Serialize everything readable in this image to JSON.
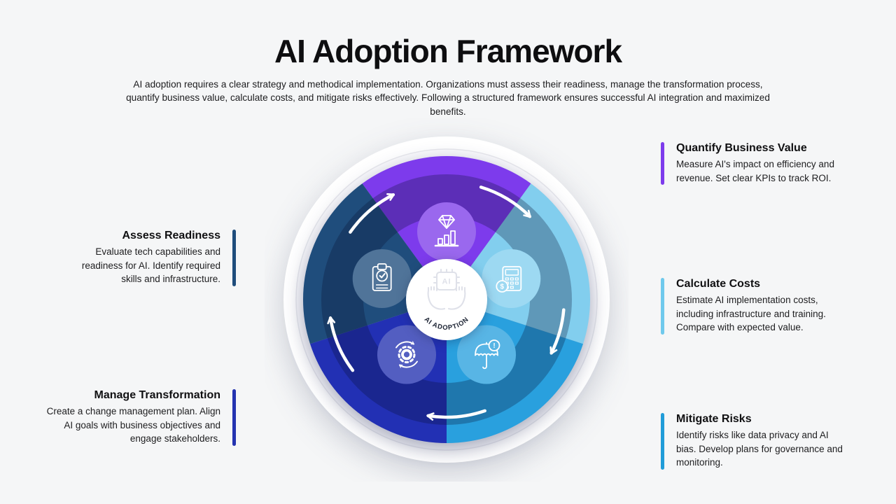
{
  "page": {
    "title": "AI Adoption Framework",
    "description": "AI adoption requires a clear strategy and methodical implementation. Organizations must assess their readiness, manage the transformation process, quantify business value, calculate costs, and mitigate risks effectively. Following a structured framework ensures successful AI integration and maximized benefits."
  },
  "diagram": {
    "center": {
      "label": "AI ADOPTION",
      "chip_label": "AI",
      "icon": "hands-holding-ai-chip-icon"
    },
    "segments": [
      {
        "name": "quantify-business-value",
        "color": "#7D3BEC",
        "bubble_color": "#9A68EE",
        "icon": "diamond-growth-chart-icon"
      },
      {
        "name": "calculate-costs",
        "color": "#82CEEE",
        "bubble_color": "#9DD9F2",
        "icon": "calculator-dollar-icon",
        "coin_glyph": "$"
      },
      {
        "name": "mitigate-risks",
        "color": "#29A0DE",
        "bubble_color": "#58B5E5",
        "icon": "umbrella-alert-icon",
        "alert_glyph": "!"
      },
      {
        "name": "manage-transformation",
        "color": "#2230B4",
        "bubble_color": "#535EC1",
        "icon": "gear-cycle-icon"
      },
      {
        "name": "assess-readiness",
        "color": "#1F4D7C",
        "bubble_color": "#507499",
        "icon": "clipboard-check-icon"
      }
    ]
  },
  "callouts": [
    {
      "title": "Quantify Business Value",
      "body": "Measure AI's impact on efficiency and revenue. Set clear KPIs to track ROI.",
      "accent": "#7D3BEC"
    },
    {
      "title": "Assess Readiness",
      "body": "Evaluate tech capabilities and readiness for AI. Identify required skills and infrastructure.",
      "accent": "#1F4D7C"
    },
    {
      "title": "Calculate Costs",
      "body": "Estimate AI implementation costs, including infrastructure and training. Compare with expected value.",
      "accent": "#6FC9EC"
    },
    {
      "title": "Manage Transformation",
      "body": "Create a change management plan. Align AI goals with business objectives and engage stakeholders.",
      "accent": "#2433B0"
    },
    {
      "title": "Mitigate Risks",
      "body": "Identify risks like data privacy and AI bias. Develop plans for governance and monitoring.",
      "accent": "#209CD8"
    }
  ]
}
